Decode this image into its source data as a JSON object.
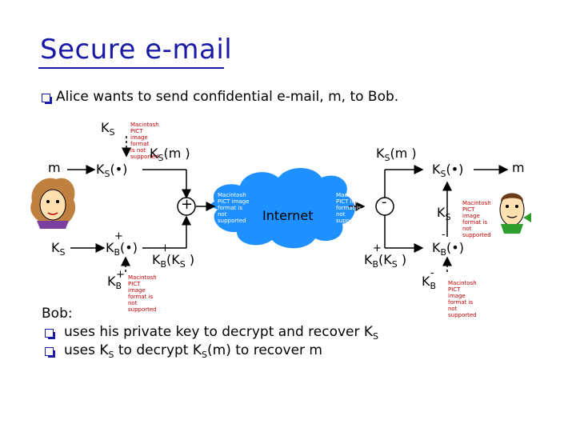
{
  "title": "Secure e-mail",
  "intro": "Alice wants to send confidential e-mail, m, to Bob.",
  "diagram": {
    "m_left": "m",
    "m_right": "m",
    "ks_top": "K",
    "ks_top_sub": "S",
    "ks_fn": "K",
    "ks_fn_sub": "S",
    "ks_fn_arg": "( )",
    "ks_m_left": "K",
    "ks_m_left_sub": "S",
    "ks_m_left_arg": "(m )",
    "ks_m_right": "K",
    "ks_m_right_sub": "S",
    "ks_m_right_arg": "(m )",
    "ks_dec": "K",
    "ks_dec_sub": "S",
    "ks_dec_arg": "( )",
    "plus_sign": "+",
    "minus_sign": "-",
    "internet": "Internet",
    "ks_left": "K",
    "ks_left_sub": "S",
    "kb_enc": "K",
    "kb_enc_sub": "B",
    "kb_enc_arg": "( )",
    "kb_enc_sup": "+",
    "kb_ks_left": "K",
    "kb_ks_left_sub": "B",
    "kb_ks_left_sup": "+",
    "kb_ks_left_arg": "(K",
    "kb_ks_left_arg_sub": "S",
    "kb_ks_left_close": " )",
    "kb_ks_right": "K",
    "kb_ks_right_sub": "B",
    "kb_ks_right_sup": "+",
    "kb_ks_right_arg": "(K",
    "kb_ks_right_arg_sub": "S",
    "kb_ks_right_close": " )",
    "kb_pub_key": "K",
    "kb_pub_key_sub": "B",
    "kb_pub_key_sup": "+",
    "kb_dec": "K",
    "kb_dec_sub": "B",
    "kb_dec_sup": "-",
    "kb_dec_arg": "( )",
    "kb_priv_key": "K",
    "kb_priv_key_sub": "B",
    "kb_priv_key_sup": "-",
    "ks_right": "K",
    "ks_right_sub": "S",
    "pict_text": "Macintosh PICT image format is not supported"
  },
  "bob": {
    "heading": "Bob:",
    "items": [
      {
        "text": "uses his private key to decrypt and recover K",
        "sub": "S",
        "after": ""
      },
      {
        "text": "uses K",
        "sub": "S",
        "after": " to decrypt K",
        "sub2": "S",
        "after2": "(m) to recover m"
      }
    ]
  },
  "colors": {
    "title": "#1a1aa6",
    "cloud": "#1e90ff",
    "pict_text": "#c00000"
  }
}
